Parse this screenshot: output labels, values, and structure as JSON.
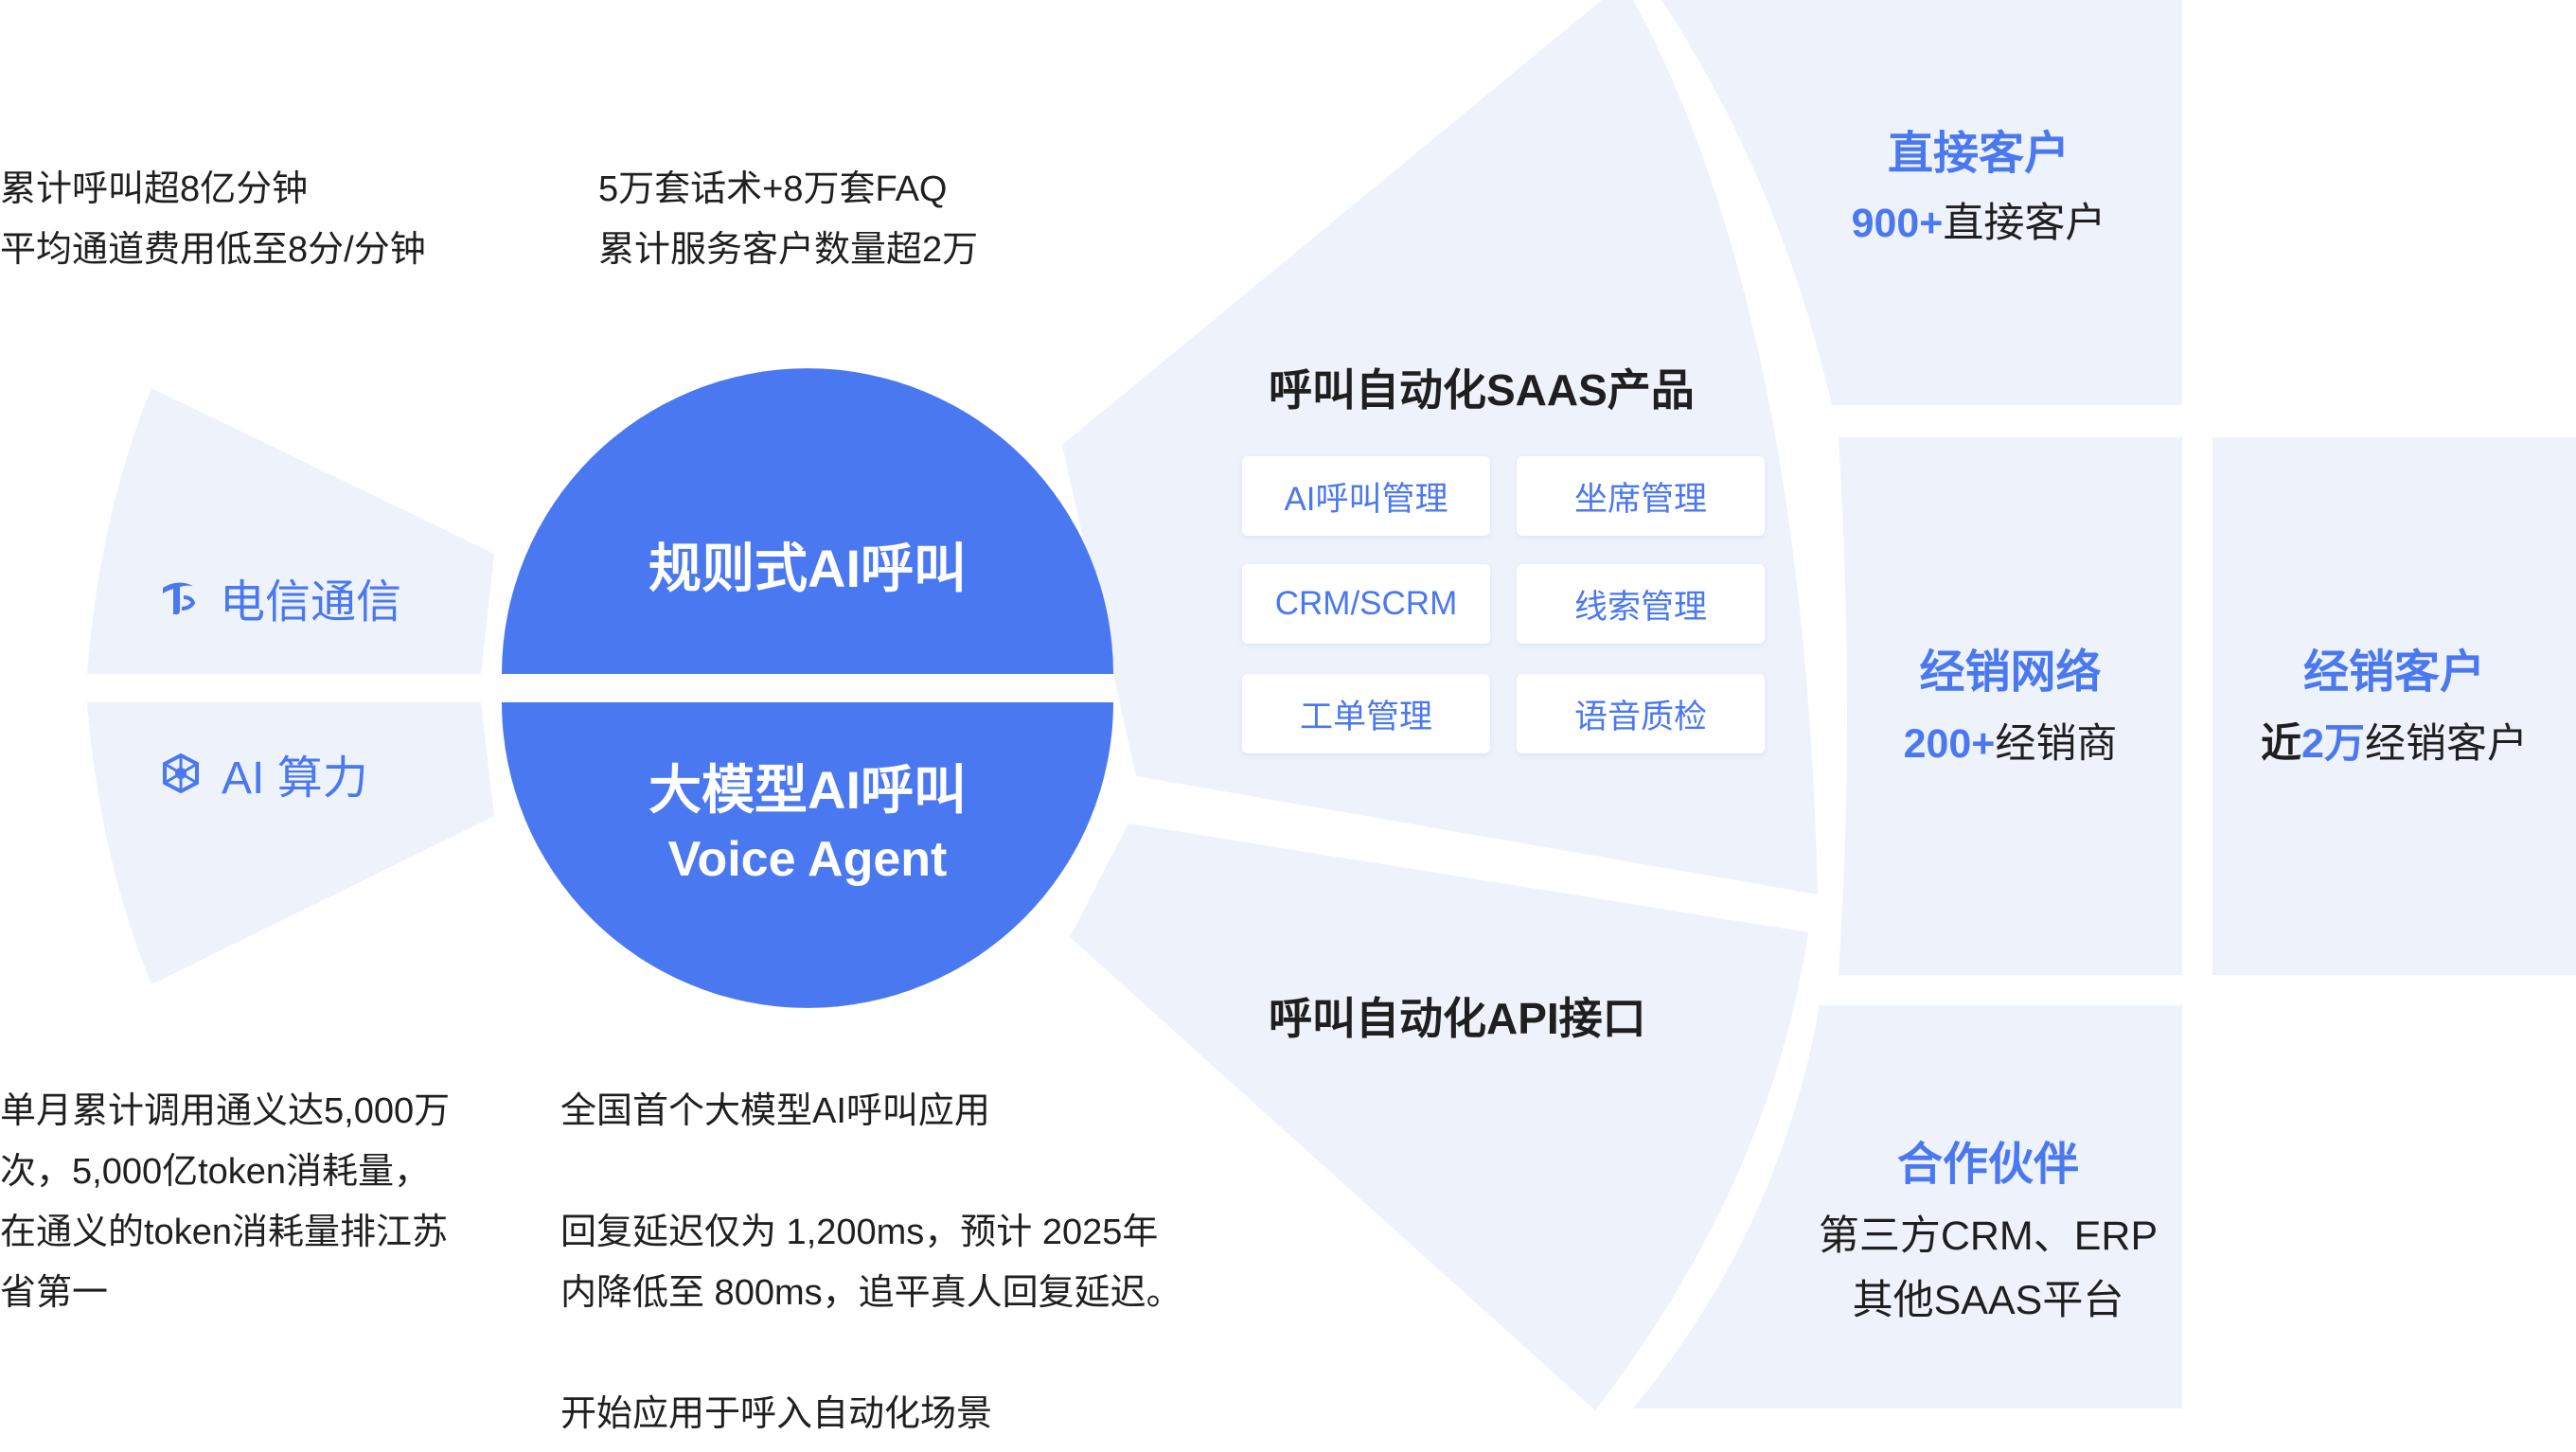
{
  "stats_top_left": [
    "累计呼叫超8亿分钟",
    "平均通道费用低至8分/分钟"
  ],
  "stats_top_middle": [
    "5万套话术+8万套FAQ",
    "累计服务客户数量超2万"
  ],
  "stats_bottom_left": [
    "单月累计调用通义达5,000万",
    "次，5,000亿token消耗量，",
    "在通义的token消耗量排江苏",
    "省第一"
  ],
  "stats_bottom_middle": [
    "全国首个大模型AI呼叫应用",
    "",
    "回复延迟仅为 1,200ms，预计 2025年",
    "内降低至 800ms，追平真人回复延迟。",
    "",
    "开始应用于呼入自动化场景"
  ],
  "left_wings": {
    "telecom": "电信通信",
    "compute": "AI 算力"
  },
  "center": {
    "top_label": "规则式AI呼叫",
    "bottom_label": "大模型AI呼叫",
    "bottom_sublabel": "Voice Agent"
  },
  "saas": {
    "title": "呼叫自动化SAAS产品",
    "modules": [
      "AI呼叫管理",
      "坐席管理",
      "CRM/SCRM",
      "线索管理",
      "工单管理",
      "语音质检"
    ]
  },
  "api": {
    "title": "呼叫自动化API接口"
  },
  "channels": {
    "direct": {
      "title": "直接客户",
      "highlight": "900+",
      "text": "直接客户"
    },
    "distribution": {
      "title": "经销网络",
      "highlight": "200+",
      "text": "经销商"
    },
    "dealer_customers": {
      "title": "经销客户",
      "prefix": "近",
      "highlight": "2万",
      "text": "经销客户"
    },
    "partners": {
      "title": "合作伙伴",
      "lines": [
        "第三方CRM、ERP",
        "其他SAAS平台"
      ]
    }
  },
  "colors": {
    "accent": "#4a78f0",
    "panel": "#eef2fb",
    "text": "#1f1f1f"
  },
  "icons": {
    "telecom": "telecom-logo-icon",
    "compute": "cube-network-icon"
  }
}
